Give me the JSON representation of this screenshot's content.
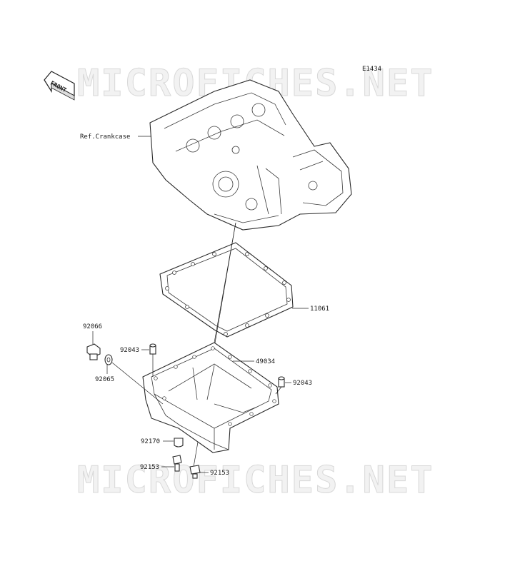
{
  "watermark": {
    "text": "MICROFICHES.NET"
  },
  "diagram": {
    "code": "E1434",
    "front_label": "FRONT",
    "ref_label": "Ref.Crankcase"
  },
  "parts": {
    "gasket": "11061",
    "oil_pan": "49034",
    "drain_bolt": "92066",
    "drain_washer": "92065",
    "dowel_left": "92043",
    "dowel_right": "92043",
    "cap": "92170",
    "bolt_left": "92153",
    "bolt_right": "92153"
  }
}
